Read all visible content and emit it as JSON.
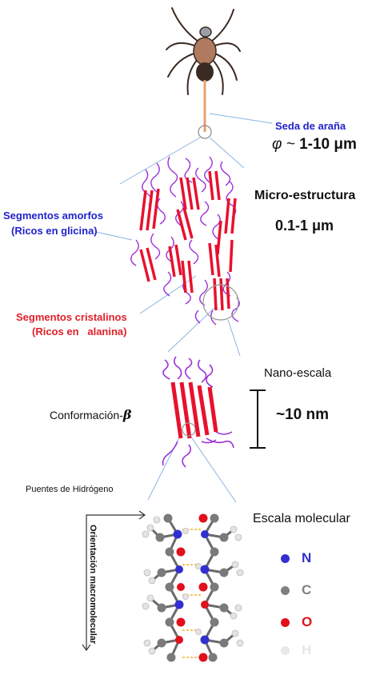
{
  "labels": {
    "silk": "Seda de araña",
    "diameter_sym": "φ ~ ",
    "diameter_val": "1-10 μm",
    "micro_title": "Micro-estructura",
    "micro_size": "0.1-1 μm",
    "amorphous_title": "Segmentos amorfos",
    "amorphous_sub": "(Ricos en glicina)",
    "crystal_title": "Segmentos cristalinos",
    "crystal_sub": "(Ricos en   alanina)",
    "nano_title": "Nano-escala",
    "beta_text": "Conformación-",
    "beta_sym": "β",
    "nano_size": "~10 nm",
    "hbonds": "Puentes de Hidrógeno",
    "orientation": "Orientación macromolecular",
    "molecular_title": "Escala molecular"
  },
  "legend": [
    {
      "letter": "N",
      "color": "#3030d0"
    },
    {
      "letter": "C",
      "color": "#808080"
    },
    {
      "letter": "O",
      "color": "#e0101c"
    },
    {
      "letter": "H",
      "color": "#e8e8e8"
    }
  ],
  "colors": {
    "crystal": "#e8112d",
    "amorphous": "#9b30d9",
    "guide": "#8ab4e0",
    "thread": "#e8a070",
    "spider_body": "#b07a60",
    "spider_dark": "#3a2a22"
  }
}
